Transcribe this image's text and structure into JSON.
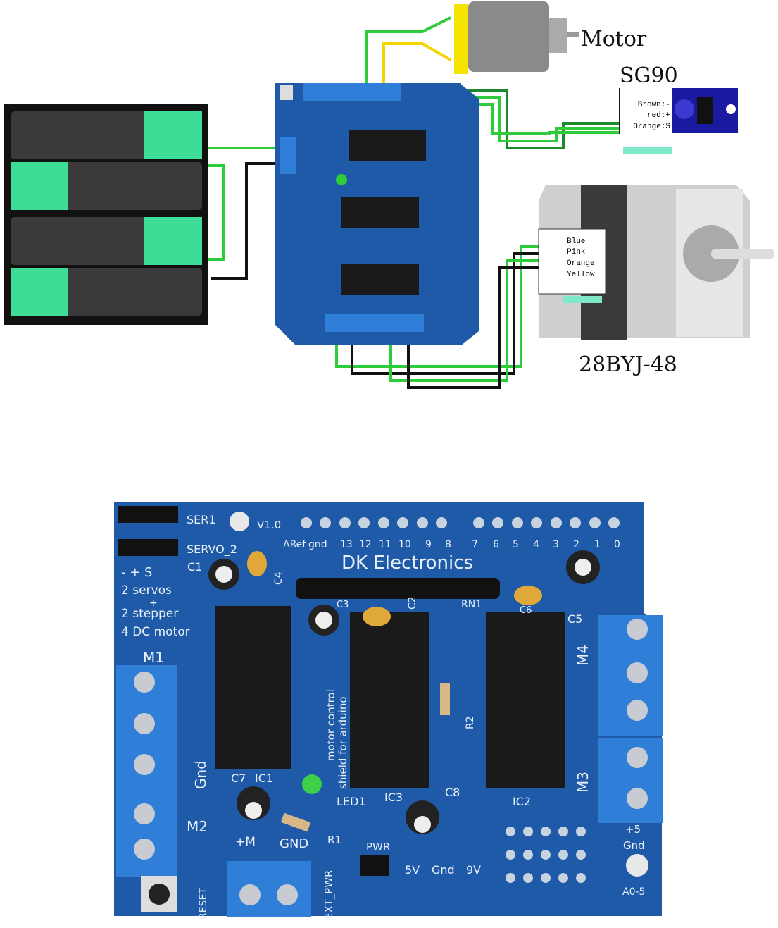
{
  "wiring": {
    "motor_label": "Motor",
    "servo": {
      "model": "SG90",
      "pins": [
        "Brown:-",
        "red:+",
        "Orange:S"
      ]
    },
    "stepper": {
      "model": "28BYJ-48",
      "wires": [
        "Blue",
        "Pink",
        "Orange",
        "Yellow"
      ]
    }
  },
  "board": {
    "servo_headers": [
      "SER1",
      "SERVO_2"
    ],
    "version": "V1.0",
    "brand": "DK Electronics",
    "digital_pins": [
      "ARef",
      "gnd",
      "13",
      "12",
      "11",
      "10",
      "9",
      "8",
      "7",
      "6",
      "5",
      "4",
      "3",
      "2",
      "1",
      "0"
    ],
    "servo_polarity": "-  +  S",
    "description": [
      "2 servos",
      "+",
      "2 stepper",
      "4 DC motor"
    ],
    "subtitle": [
      "motor control",
      "shield for arduino"
    ],
    "motor_ports": [
      "M1",
      "M2",
      "M3",
      "M4"
    ],
    "components": [
      "C1",
      "C4",
      "C2",
      "C3",
      "C6",
      "C5",
      "RN1",
      "IC1",
      "IC2",
      "IC3",
      "C7",
      "C8",
      "LED1",
      "R1",
      "R2"
    ],
    "power": {
      "plus_m": "+M",
      "gnd": "GND",
      "ext_pwr": "EXT_PWR",
      "pwr": "PWR",
      "jumper": [
        "5V",
        "Gnd",
        "9V"
      ]
    },
    "gnd_label": "Gnd",
    "reset": "RESET",
    "analog": [
      "+5",
      "Gnd",
      "A0-5"
    ]
  },
  "colors": {
    "pcb": "#1f5aa8",
    "terminal": "#2f7fd8",
    "wire_green": "#2ecc3a",
    "wire_black": "#111111",
    "battery_accent": "#3ddc97",
    "servo_body": "#1a1aa0",
    "motor_cap": "#f5e400"
  }
}
